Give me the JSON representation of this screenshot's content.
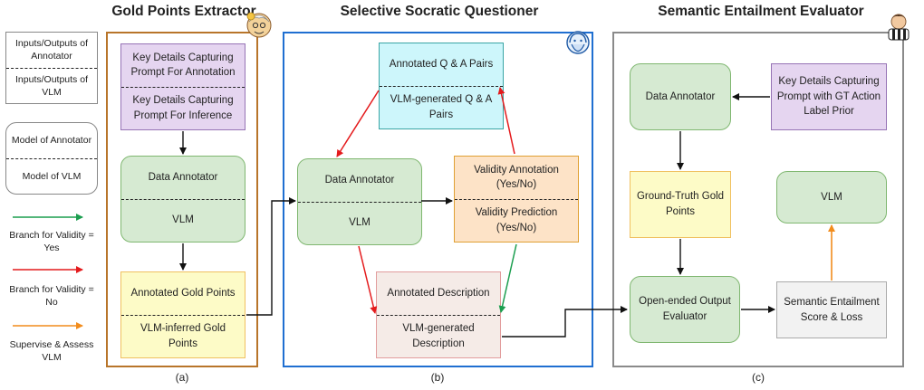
{
  "titles": {
    "gold": "Gold Points Extractor",
    "socratic": "Selective Socratic Questioner",
    "semantic": "Semantic Entailment Evaluator"
  },
  "legend": {
    "io": {
      "top": "Inputs/Outputs of Annotator",
      "bottom": "Inputs/Outputs of VLM"
    },
    "model": {
      "top": "Model of Annotator",
      "bottom": "Model of VLM"
    },
    "yes": "Branch for Validity = Yes",
    "no": "Branch for Validity = No",
    "supervise": "Supervise & Assess VLM"
  },
  "panel_a": {
    "prompt": {
      "top": "Key Details Capturing Prompt For Annotation",
      "bottom": "Key Details Capturing Prompt For Inference"
    },
    "model": {
      "top": "Data Annotator",
      "bottom": "VLM"
    },
    "gold": {
      "top": "Annotated Gold Points",
      "bottom": "VLM-inferred Gold Points"
    },
    "caption": "(a)"
  },
  "panel_b": {
    "qa": {
      "top": "Annotated Q & A Pairs",
      "bottom": "VLM-generated Q & A Pairs"
    },
    "model": {
      "top": "Data Annotator",
      "bottom": "VLM"
    },
    "validity": {
      "top": "Validity Annotation (Yes/No)",
      "bottom": "Validity Prediction (Yes/No)"
    },
    "desc": {
      "top": "Annotated Description",
      "bottom": "VLM-generated Description"
    },
    "caption": "(b)"
  },
  "panel_c": {
    "annotator": "Data Annotator",
    "prompt": "Key Details Capturing Prompt with GT Action Label Prior",
    "gt": "Ground-Truth Gold Points",
    "vlm": "VLM",
    "evaluator": "Open-ended Output Evaluator",
    "score": "Semantic Entailment Score & Loss",
    "caption": "(c)"
  },
  "colors": {
    "gold_border": "#b8752a",
    "blue_border": "#1f6fd1",
    "grey_border": "#8a8a8a",
    "purple_fill": "#e5d5f0",
    "purple_border": "#9673b5",
    "green_fill": "#d6ead2",
    "green_border": "#7fb770",
    "yellow_fill": "#fdfbc7",
    "yellow_border": "#f0c060",
    "cyan_fill": "#cdf6fb",
    "cyan_border": "#3aa5a5",
    "orange_fill": "#fde3c7",
    "orange_border": "#e0a033",
    "pink_fill": "#f5ebe7",
    "pink_border": "#e29d9d",
    "grey_fill": "#f2f2f2",
    "grey_box_border": "#aaaaaa",
    "arrow_green": "#1b9e4f",
    "arrow_red": "#e41a1c",
    "arrow_orange": "#f28c1c"
  },
  "icons": [
    "scientist-icon",
    "socrates-head-icon",
    "referee-icon"
  ]
}
